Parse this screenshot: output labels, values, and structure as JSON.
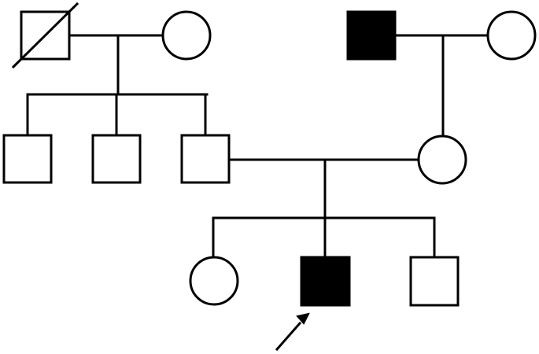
{
  "pedigree": {
    "colors": {
      "affected_fill": "#000000",
      "unaffected_fill": "#ffffff",
      "stroke": "#000000",
      "background": "#ffffff"
    },
    "generations": [
      {
        "id": "I",
        "individuals": [
          {
            "id": "I-1",
            "sex": "male",
            "affected": false,
            "deceased": true
          },
          {
            "id": "I-2",
            "sex": "female",
            "affected": false,
            "deceased": false
          },
          {
            "id": "I-3",
            "sex": "male",
            "affected": true,
            "deceased": false
          },
          {
            "id": "I-4",
            "sex": "female",
            "affected": false,
            "deceased": false
          }
        ]
      },
      {
        "id": "II",
        "individuals": [
          {
            "id": "II-1",
            "sex": "male",
            "affected": false,
            "deceased": false
          },
          {
            "id": "II-2",
            "sex": "male",
            "affected": false,
            "deceased": false
          },
          {
            "id": "II-3",
            "sex": "male",
            "affected": false,
            "deceased": false
          },
          {
            "id": "II-4",
            "sex": "female",
            "affected": false,
            "deceased": false
          }
        ]
      },
      {
        "id": "III",
        "individuals": [
          {
            "id": "III-1",
            "sex": "female",
            "affected": false,
            "deceased": false
          },
          {
            "id": "III-2",
            "sex": "male",
            "affected": true,
            "deceased": false,
            "proband": true
          },
          {
            "id": "III-3",
            "sex": "male",
            "affected": false,
            "deceased": false
          }
        ]
      }
    ],
    "proband_marker": "arrow-icon"
  }
}
